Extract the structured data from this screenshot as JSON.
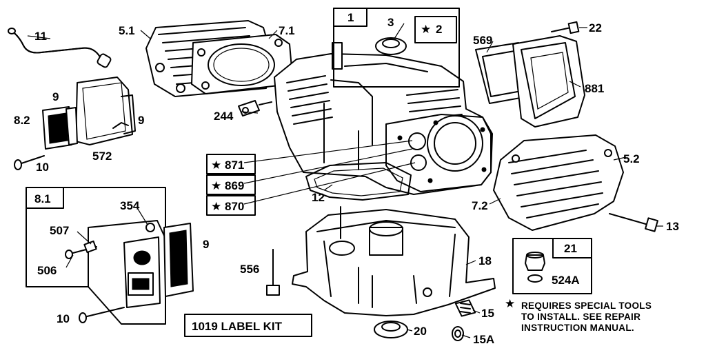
{
  "labels": {
    "p1": "1",
    "p2": "2",
    "p3": "3",
    "p5_1": "5.1",
    "p5_2": "5.2",
    "p7_1": "7.1",
    "p7_2": "7.2",
    "p8_1": "8.1",
    "p8_2": "8.2",
    "p9_a": "9",
    "p9_b": "9",
    "p9_c": "9",
    "p10_a": "10",
    "p10_b": "10",
    "p11": "11",
    "p12": "12",
    "p13": "13",
    "p15": "15",
    "p15a": "15A",
    "p18": "18",
    "p20": "20",
    "p21": "21",
    "p22": "22",
    "p244": "244",
    "p354": "354",
    "p506": "506",
    "p507": "507",
    "p524a": "524A",
    "p556": "556",
    "p569": "569",
    "p572": "572",
    "p869": "869",
    "p870": "870",
    "p871": "871",
    "p881": "881"
  },
  "star_glyph": "★",
  "label_kit": "1019 LABEL KIT",
  "note": {
    "line1": "REQUIRES SPECIAL TOOLS",
    "line2": "TO INSTALL.  SEE REPAIR",
    "line3": "INSTRUCTION MANUAL."
  },
  "colors": {
    "ink": "#000000",
    "paper": "#ffffff"
  }
}
